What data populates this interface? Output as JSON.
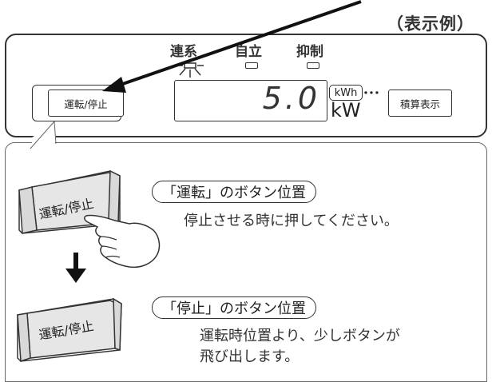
{
  "example_label": "（表示例）",
  "lamps": {
    "grid_connect": "連系",
    "standalone": "自立",
    "suppression": "抑制"
  },
  "panel": {
    "run_stop_button": "運転/停止",
    "display_value": "5.0",
    "unit_kwh": "kWh",
    "unit_kw": "kW",
    "dots": "･･･",
    "total_button": "積算表示"
  },
  "run_section": {
    "heading": "「運転」のボタン位置",
    "description": "停止させる時に押してください。",
    "button_label": "運転/停止"
  },
  "stop_section": {
    "heading": "「停止」のボタン位置",
    "description_line1": "運転時位置より、少しボタンが",
    "description_line2": "飛び出します。",
    "button_label": "運転/停止"
  }
}
